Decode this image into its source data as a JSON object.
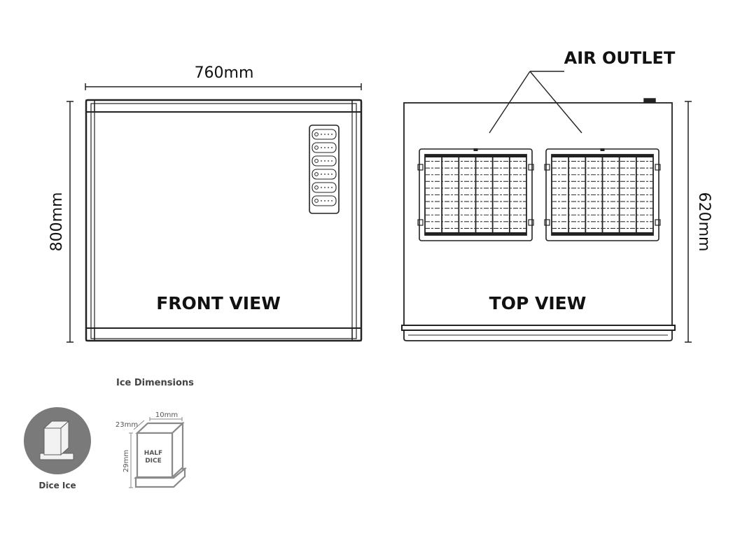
{
  "front_view": {
    "title": "FRONT VIEW",
    "width_label": "760mm",
    "height_label": "800mm",
    "panel_buttons": 6
  },
  "top_view": {
    "title": "TOP VIEW",
    "depth_label": "620mm",
    "air_outlet_label": "AIR OUTLET"
  },
  "ice": {
    "section_title": "Ice Dimensions",
    "badge_label": "Dice Ice",
    "cube_label_line1": "HALF",
    "cube_label_line2": "DICE",
    "dim_top": "10mm",
    "dim_depth": "23mm",
    "dim_height": "29mm"
  },
  "colors": {
    "line": "#222222",
    "badge": "#7a7a7a",
    "cube_outline": "#8a8a8a"
  }
}
